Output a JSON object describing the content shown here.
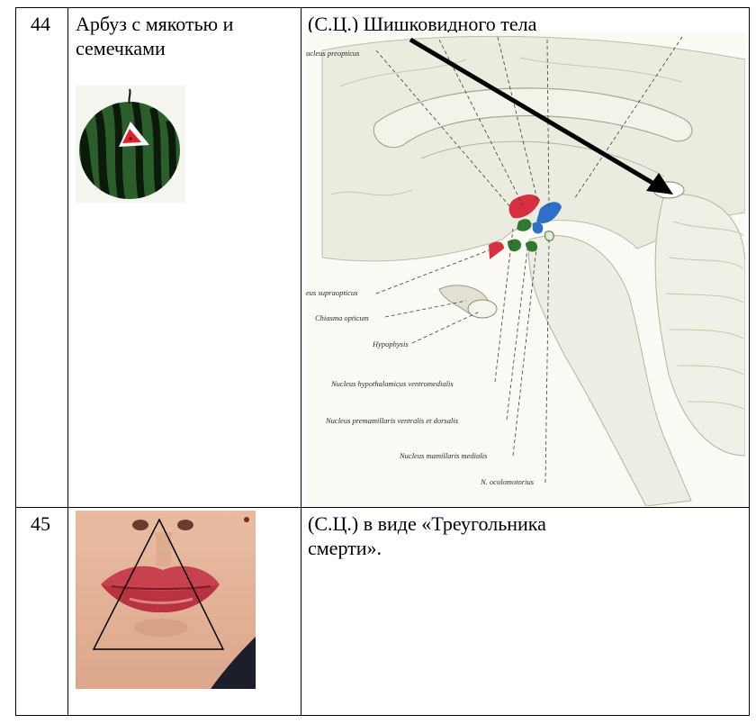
{
  "rows": [
    {
      "number": "44",
      "left_text": "Арбуз с мякотью и\nсемечками",
      "right_text": "(С.Ц.) Шишковидного тела",
      "brain_labels": [
        "ucleus preopticus",
        "eus supraopticus",
        "Chiasma opticum",
        "Hypophysis",
        "Nucleus hypothalamicus ventromedialis",
        "Nucleus premamillaris ventralis et dorsalis",
        "Nucleus mamillaris medialis",
        "N. oculomotorius"
      ]
    },
    {
      "number": "45",
      "left_text": "",
      "right_text": "(С.Ц.) в виде «Треугольника\nсмерти»."
    }
  ],
  "colors": {
    "watermelon_rind": "#1f4a22",
    "watermelon_stripe": "#0c1a0c",
    "triangle_red": "#e5202a",
    "brain_red": "#d9303f",
    "brain_blue": "#2f6fc8",
    "brain_green": "#2f7a2f",
    "lips": "#c8414f",
    "skin": "#e6b59a"
  }
}
